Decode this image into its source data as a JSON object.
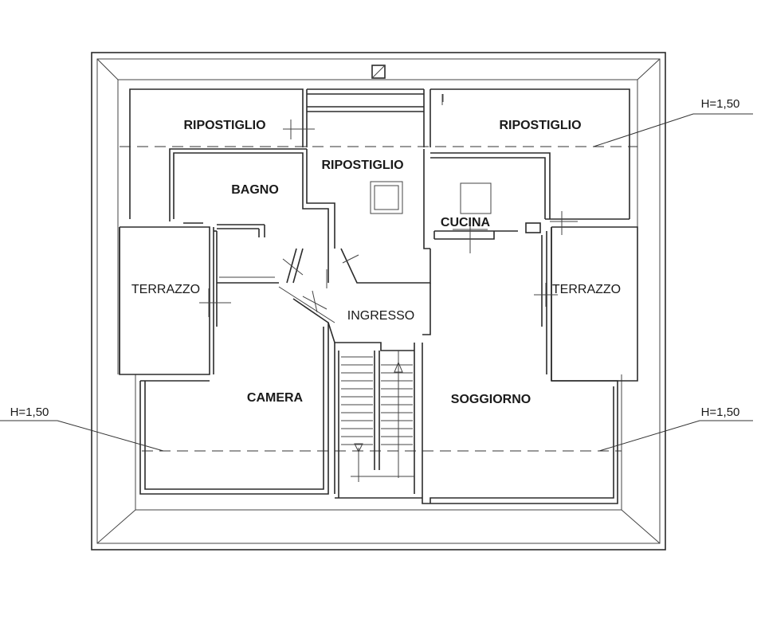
{
  "rooms": {
    "ripostiglio_left": "RIPOSTIGLIO",
    "ripostiglio_center": "RIPOSTIGLIO",
    "ripostiglio_right": "RIPOSTIGLIO",
    "bagno": "BAGNO",
    "cucina": "CUCINA",
    "terrazzo_left": "TERRAZZO",
    "terrazzo_right": "TERRAZZO",
    "ingresso": "INGRESSO",
    "camera": "CAMERA",
    "soggiorno": "SOGGIORNO"
  },
  "height_labels": {
    "top_right": "H=1,50",
    "bottom_left": "H=1,50",
    "bottom_right": "H=1,50"
  }
}
